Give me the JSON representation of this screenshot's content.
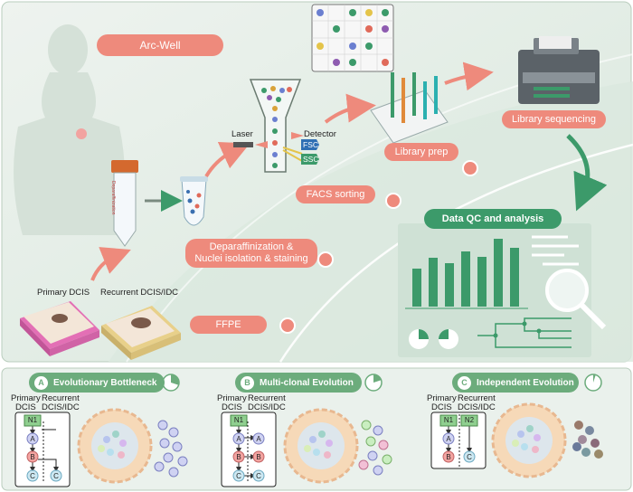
{
  "workflow": {
    "title": "Arc-Well",
    "deparaffinization": "Deparaffinization &\nNuclei isolation & staining",
    "facs_sorting": "FACS sorting",
    "library_prep": "Library prep",
    "library_sequencing": "Library sequencing",
    "data_qc": "Data QC and analysis",
    "ffpe": "FFPE",
    "primary_dcis": "Primary DCIS",
    "recurrent_dcis": "Recurrent DCIS/IDC",
    "laser": "Laser",
    "detector": "Detector",
    "fsc": "FSC",
    "ssc": "SSC",
    "tube_label": "Deparaffinization"
  },
  "panels": [
    {
      "badge": "A",
      "title": "Evolutionary Bottleneck",
      "pie_fraction": 0.3
    },
    {
      "badge": "B",
      "title": "Multi-clonal Evolution",
      "pie_fraction": 0.2
    },
    {
      "badge": "C",
      "title": "Independent Evolution",
      "pie_fraction": 0.05
    }
  ],
  "tree_headers": {
    "primary": "Primary\nDCIS",
    "recurrent": "Recurrent\nDCIS/IDC"
  },
  "nodes": {
    "n1": "N1",
    "n2": "N2",
    "a": "A",
    "b": "B",
    "c": "C"
  },
  "colors": {
    "salmon": "#ee8a7c",
    "green_dark": "#3c9a6a",
    "panel_green": "#6cac7c",
    "bg_green": "#e6efe8"
  }
}
